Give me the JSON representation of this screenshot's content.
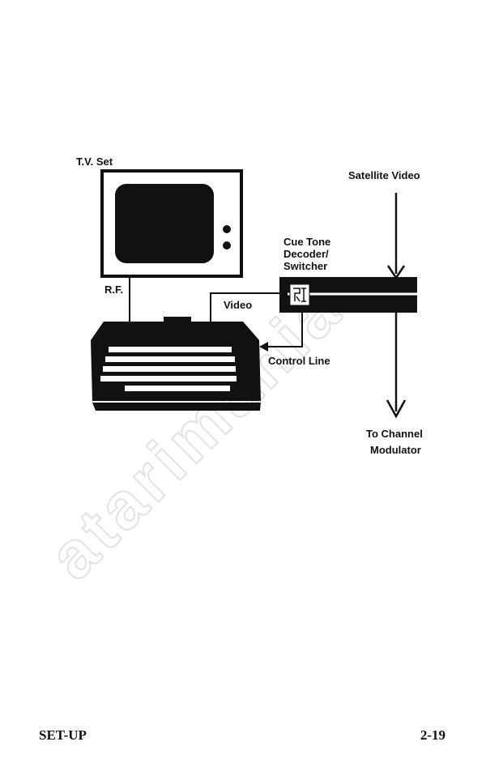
{
  "watermark": "atarimania",
  "labels": {
    "tv_set": "T.V. Set",
    "satellite_video": "Satellite Video",
    "cue_tone": "Cue Tone",
    "decoder": "Decoder/",
    "switcher": "Switcher",
    "rf": "R.F.",
    "video": "Video",
    "control_line": "Control Line",
    "to_channel": "To Channel",
    "modulator": "Modulator"
  },
  "footer": {
    "left": "SET-UP",
    "right": "2-19"
  },
  "colors": {
    "ink": "#111111",
    "watermark": "#e2e2e2"
  }
}
